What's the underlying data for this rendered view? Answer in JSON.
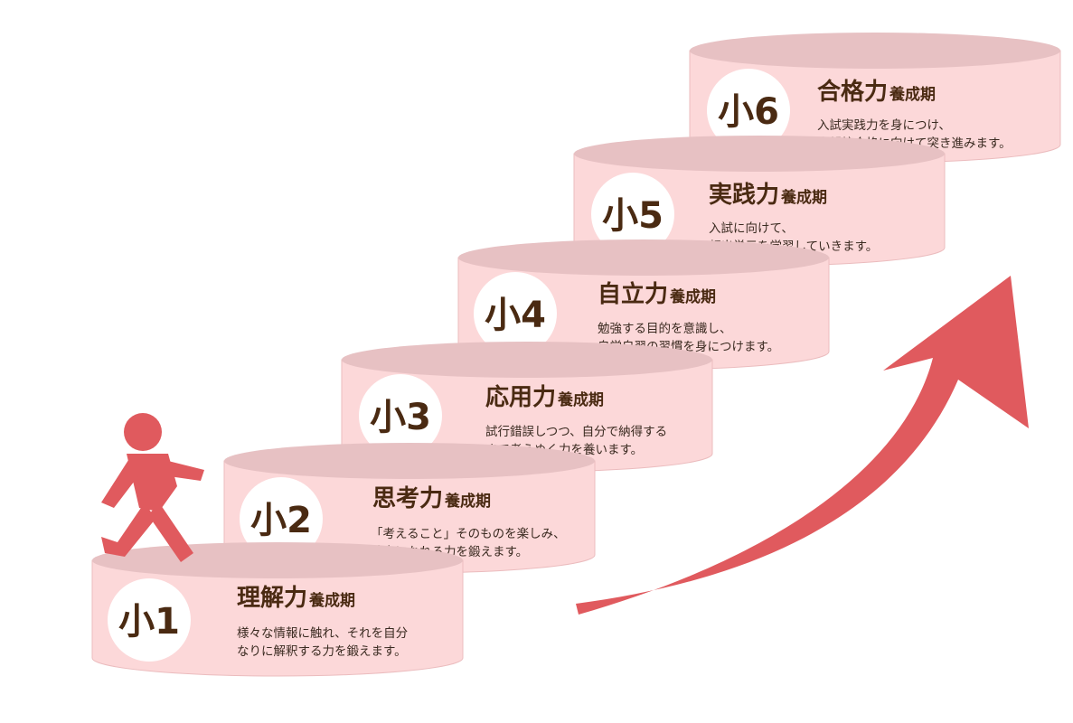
{
  "colors": {
    "step_top": "#e7c1c3",
    "step_side": "#fcd8d9",
    "step_edge": "#ebbcbe",
    "badge": "#ffffff",
    "text": "#4a2a12",
    "arrow": "#e05a5e",
    "figure": "#e05a5e"
  },
  "steps": [
    {
      "grade": "小1",
      "title": "理解力",
      "suffix": "養成期",
      "line1": "様々な情報に触れ、それを自分",
      "line2": "なりに解釈する力を鍛えます。"
    },
    {
      "grade": "小2",
      "title": "思考力",
      "suffix": "養成期",
      "line1": "「考えること」そのものを楽しみ、",
      "line2": "夢中になれる力を鍛えます。"
    },
    {
      "grade": "小3",
      "title": "応用力",
      "suffix": "養成期",
      "line1": "試行錯誤しつつ、自分で納得する",
      "line2": "まで考えぬく力を養います。"
    },
    {
      "grade": "小4",
      "title": "自立力",
      "suffix": "養成期",
      "line1": "勉強する目的を意識し、",
      "line2": "自学自習の習慣を身につけます。"
    },
    {
      "grade": "小5",
      "title": "実践力",
      "suffix": "養成期",
      "line1": "入試に向けて、",
      "line2": "頻出単元を学習していきます。"
    },
    {
      "grade": "小6",
      "title": "合格力",
      "suffix": "養成期",
      "line1": "入試実践力を身につけ、",
      "line2": "志望校合格に向けて突き進みます。"
    }
  ]
}
